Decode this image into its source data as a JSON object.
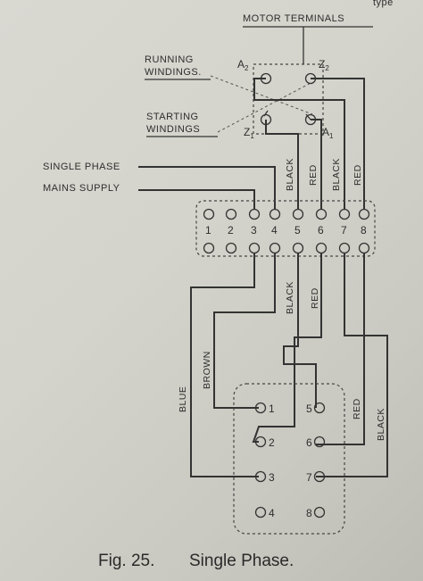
{
  "header": {
    "top_clip": "type",
    "motor_terminals": "MOTOR TERMINALS"
  },
  "motor": {
    "running": [
      "RUNNING",
      "WINDINGS."
    ],
    "starting": [
      "STARTING",
      "WINDINGS"
    ],
    "terminals": [
      "A2",
      "Z2",
      "Z1",
      "A1"
    ]
  },
  "supply": {
    "line1": "SINGLE PHASE",
    "line2": "MAINS SUPPLY"
  },
  "terminal_block": {
    "numbers": [
      "1",
      "2",
      "3",
      "4",
      "5",
      "6",
      "7",
      "8"
    ]
  },
  "wire_labels": {
    "upper": [
      "BLACK",
      "RED",
      "BLACK",
      "RED"
    ],
    "middle": [
      "BLACK",
      "RED"
    ],
    "left": [
      "BLUE",
      "BROWN"
    ],
    "right": [
      "RED",
      "BLACK"
    ]
  },
  "switch": {
    "numbers": [
      "1",
      "2",
      "3",
      "4",
      "5",
      "6",
      "7",
      "8"
    ]
  },
  "caption": {
    "fig": "Fig. 25.",
    "title": "Single Phase."
  }
}
